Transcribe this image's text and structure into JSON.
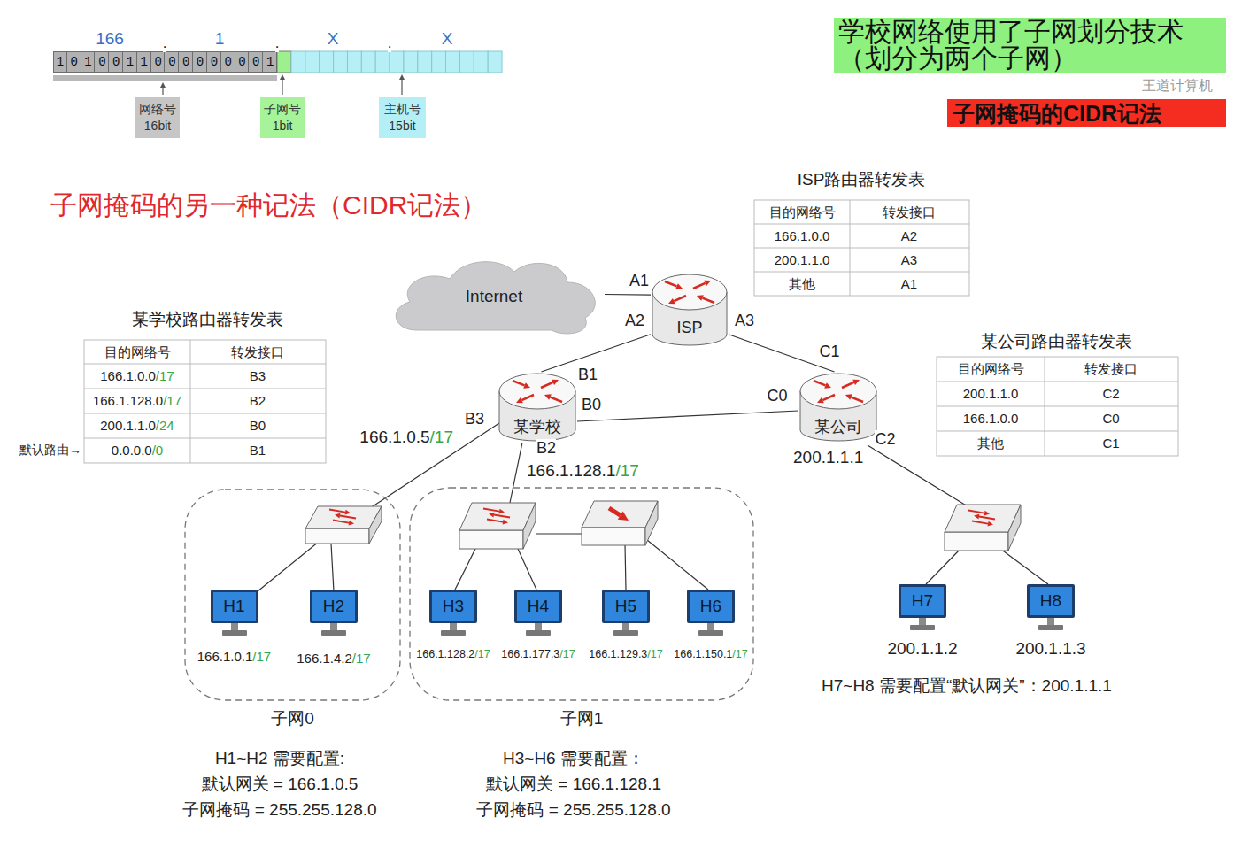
{
  "diagram": {
    "nodes": [
      {
        "text": [
          "学校网络使用了子网划分技术 （划分为两个子网）"
        ]
      },
      {
        "text": [
          "子网掩码的CIDR记法"
        ]
      },
      {
        "text": [
          "1010011000000001"
        ]
      },
      {
        "text": [
          "网络号",
          "16bit"
        ]
      },
      {
        "text": [
          "子网号",
          "1bit"
        ]
      },
      {
        "text": [
          "主机号",
          "15bit"
        ]
      },
      {
        "text": [
          "Internet"
        ]
      },
      {
        "text": [
          "ISP"
        ]
      },
      {
        "text": [
          "某学校"
        ]
      },
      {
        "text": [
          "某公司"
        ]
      },
      {
        "text": [
          "子网0"
        ]
      },
      {
        "text": [
          "H1",
          "166.1.0.1",
          "/17"
        ],
        "in": 10
      },
      {
        "text": [
          "H2",
          "166.1.4.2",
          "/17"
        ],
        "in": 10
      },
      {
        "text": [
          "子网1"
        ]
      },
      {
        "text": [
          "H3",
          "166.1.128.2",
          "/17"
        ],
        "in": 13
      },
      {
        "text": [
          "H4",
          "166.1.177.3",
          "/17"
        ],
        "in": 13
      },
      {
        "text": [
          "H5",
          "166.1.129.3",
          "/17"
        ],
        "in": 13
      },
      {
        "text": [
          "H6",
          "166.1.150.1",
          "/17"
        ],
        "in": 13
      },
      {
        "text": [
          "H7",
          "200.1.1.2"
        ]
      },
      {
        "text": [
          "H8",
          "200.1.1.3"
        ]
      }
    ],
    "edges": [
      {
        "from": 6,
        "to": 7,
        "arrow": "none"
      },
      {
        "from": 7,
        "to": 8,
        "arrow": "none"
      },
      {
        "from": 7,
        "to": 9,
        "arrow": "none"
      },
      {
        "from": 8,
        "to": 9,
        "arrow": "none"
      }
    ],
    "labels": [
      "166",
      ".",
      "1",
      ".",
      "X",
      ".",
      "X",
      "王道计算机",
      "子网掩码的另一种记法（CIDR记法）",
      "ISP路由器转发表",
      "目的网络号",
      "转发接口",
      "166.1.0.0",
      "A2",
      "200.1.1.0",
      "A3",
      "其他",
      "A1",
      "A1",
      "A2",
      "A3",
      "某学校路由器转发表",
      "目的网络号",
      "转发接口",
      "166.1.0.0",
      "/17",
      "B3",
      "166.1.128.0",
      "/17",
      "B2",
      "200.1.1.0",
      "/24",
      "B0",
      "默认路由→",
      "0.0.0.0",
      "/0",
      "B1",
      "某公司路由器转发表",
      "目的网络号",
      "转发接口",
      "200.1.1.0",
      "C2",
      "166.1.0.0",
      "C0",
      "其他",
      "C1",
      "B1",
      "B0",
      "C0",
      "C1",
      "B3",
      "B2",
      "C2",
      "166.1.0.5",
      "/17",
      "166.1.128.1",
      "/17",
      "200.1.1.1",
      "H7~H8 需要配置“默认网关”：200.1.1.1",
      "H1~H2 需要配置:",
      "默认网关 = 166.1.0.5",
      "子网掩码 = 255.255.128.0",
      "H3~H6 需要配置：",
      "默认网关 = 166.1.128.1",
      "子网掩码 = 255.255.128.0"
    ]
  }
}
